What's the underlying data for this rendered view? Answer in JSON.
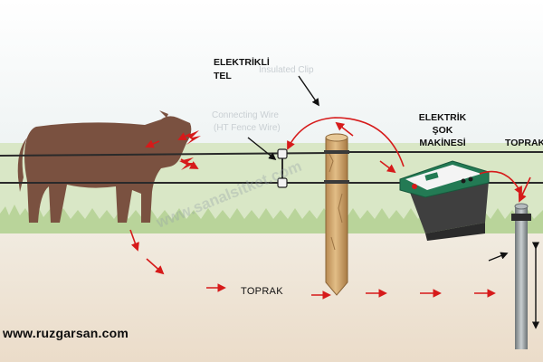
{
  "labels": {
    "electric_wire": [
      "ELEKTRİKLİ",
      "TEL"
    ],
    "shock_machine": [
      "ELEKTRİK",
      "ŞOK",
      "MAKİNESİ"
    ],
    "ground_rod": "TOPRAK",
    "ground": "TOPRAK"
  },
  "website": "www.ruzgarsan.com",
  "faint_texts": [
    "Insulated Clip",
    "Connecting Wire",
    "(HT Fence Wire)"
  ],
  "watermark": "www.sanalsitket.com",
  "colors": {
    "sky": "#eef3f3",
    "grass": "#d7e5c3",
    "soil": "#efe5d8",
    "cow": "#7a5140",
    "post": "#cfa36c",
    "energizer_top": "#237a54",
    "energizer_base": "#3f3f3f",
    "rod": "#8a9193",
    "current_arrows": "#d61a1a"
  }
}
